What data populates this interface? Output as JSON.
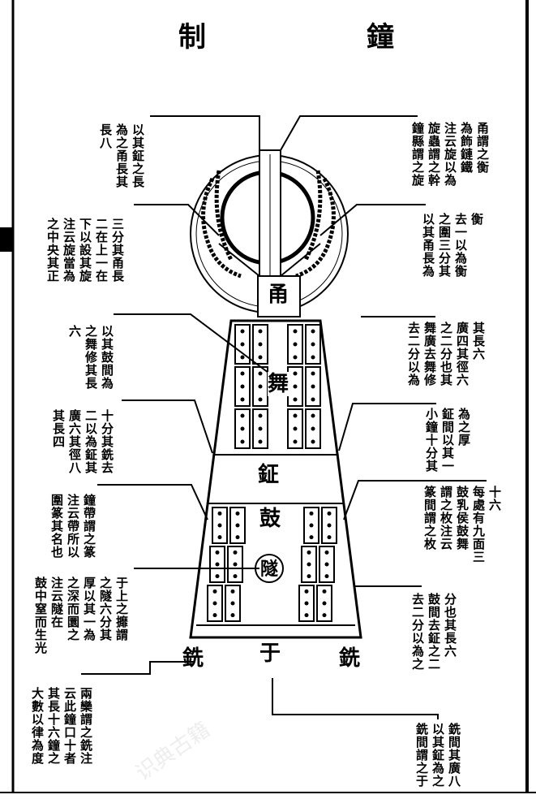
{
  "title": {
    "right_char": "鐘",
    "left_char": "制"
  },
  "labels": {
    "yong": "甬",
    "wu": "舞",
    "zheng": "鉦",
    "gu": "鼓",
    "sui": "隧",
    "yu": "于",
    "xian_left": "銑",
    "xian_right": "銑"
  },
  "blocks": [
    [
      "以其鉦之長",
      "為之甬長其",
      "長八"
    ],
    [
      "三分其甬長",
      "二在上一在",
      "下以設其旋",
      "注云旋當為",
      "之中央其正"
    ],
    [
      "甬謂之衡",
      "為飾鏈鐵",
      "注云旋以為",
      "旋蟲謂之幹",
      "鐘縣謂之旋"
    ],
    [
      "衡",
      "去一以為衡",
      "之圍三分其",
      "以其甬長為"
    ],
    [
      "以其鼓間為",
      "之舞修其長",
      "六"
    ],
    [
      "十分其銑去",
      "二以為鉦其",
      "廣六其徑八",
      "其長四"
    ],
    [
      "鐘帶謂之篆",
      "注云帶所以",
      "圍篆其名也"
    ],
    [
      "于上之攠謂",
      "之隧六分其",
      "厚以其一為",
      "之深而圜之",
      "注云隧在",
      "鼓中窒而生光"
    ],
    [
      "兩欒謂之銑注",
      "云此鐘口十者",
      "其長十六鐘之",
      "大數以律為度"
    ],
    [
      "其長六",
      "廣四其徑六",
      "之二分也其",
      "舞廣去舞修",
      "去二分以為"
    ],
    [
      "為之厚",
      "鉦間以其一",
      "小鐘十分其"
    ],
    [
      "十六",
      "每處有九面三",
      "鼓乳侯鼓舞",
      "謂之枚注云",
      "篆間謂之枚"
    ],
    [
      "分也其長六",
      "鼓間去鉦之二",
      "去二分以為之"
    ],
    [
      "銑間其廣八",
      "以其鉦為之",
      "銑間謂之于"
    ]
  ],
  "watermark": "识典古籍"
}
